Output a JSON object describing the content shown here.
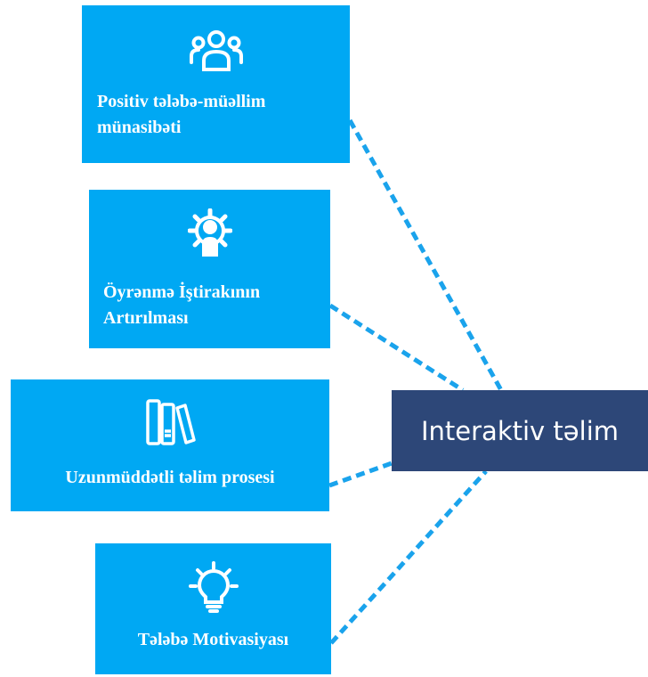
{
  "hub": {
    "label": "Interaktiv təlim"
  },
  "nodes": [
    {
      "label_lines": [
        "Positiv tələbə-müəllim",
        "münasibəti"
      ],
      "icon": "people-icon"
    },
    {
      "label_lines": [
        "Öyrənmə İştirakının",
        "Artırılması"
      ],
      "icon": "gear-person-icon"
    },
    {
      "label_lines": [
        "Uzunmüddətli təlim prosesi"
      ],
      "icon": "books-icon"
    },
    {
      "label_lines": [
        "Tələbə Motivasiyası"
      ],
      "icon": "lightbulb-icon"
    }
  ],
  "colors": {
    "card": "#00a8f3",
    "hub": "#2d4778",
    "connector": "#1aa3ec",
    "text": "#ffffff"
  }
}
